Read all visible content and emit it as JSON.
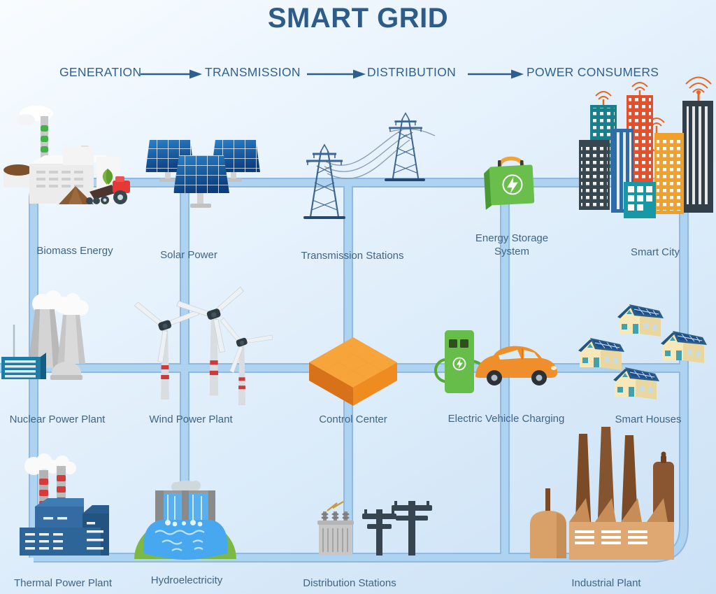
{
  "title": "SMART GRID",
  "stages": [
    {
      "label": "GENERATION"
    },
    {
      "label": "TRANSMISSION"
    },
    {
      "label": "DISTRIBUTION"
    },
    {
      "label": "POWER CONSUMERS"
    }
  ],
  "nodes": [
    {
      "id": "biomass-energy",
      "label": "Biomass Energy",
      "icon": "biomass-factory-icon"
    },
    {
      "id": "solar-power",
      "label": "Solar Power",
      "icon": "solar-panels-icon"
    },
    {
      "id": "transmission-stations",
      "label": "Transmission Stations",
      "icon": "transmission-towers-icon"
    },
    {
      "id": "energy-storage-system",
      "label": "Energy Storage System",
      "icon": "battery-box-icon"
    },
    {
      "id": "smart-city",
      "label": "Smart City",
      "icon": "city-buildings-icon"
    },
    {
      "id": "nuclear-power-plant",
      "label": "Nuclear Power Plant",
      "icon": "cooling-towers-icon"
    },
    {
      "id": "wind-power-plant",
      "label": "Wind Power Plant",
      "icon": "wind-turbines-icon"
    },
    {
      "id": "control-center",
      "label": "Control Center",
      "icon": "server-cubes-icon"
    },
    {
      "id": "electric-vehicle-charging",
      "label": "Electric Vehicle Charging",
      "icon": "ev-car-charger-icon"
    },
    {
      "id": "smart-houses",
      "label": "Smart Houses",
      "icon": "solar-houses-icon"
    },
    {
      "id": "thermal-power-plant",
      "label": "Thermal Power Plant",
      "icon": "thermal-factory-icon"
    },
    {
      "id": "hydroelectricity",
      "label": "Hydroelectricity",
      "icon": "dam-icon"
    },
    {
      "id": "distribution-stations",
      "label": "Distribution Stations",
      "icon": "transformer-poles-icon"
    },
    {
      "id": "industrial-plant",
      "label": "Industrial Plant",
      "icon": "industrial-factory-icon"
    }
  ],
  "colors": {
    "background_top": "#f8fcff",
    "background_bottom": "#cbe1f5",
    "grid_line": "#aed3f0",
    "grid_line_edge": "#8fb9e0",
    "title_text": "#2d5c8a",
    "stage_text": "#2f6191",
    "label_text": "#3f6586",
    "arrow": "#2d5f8e"
  }
}
